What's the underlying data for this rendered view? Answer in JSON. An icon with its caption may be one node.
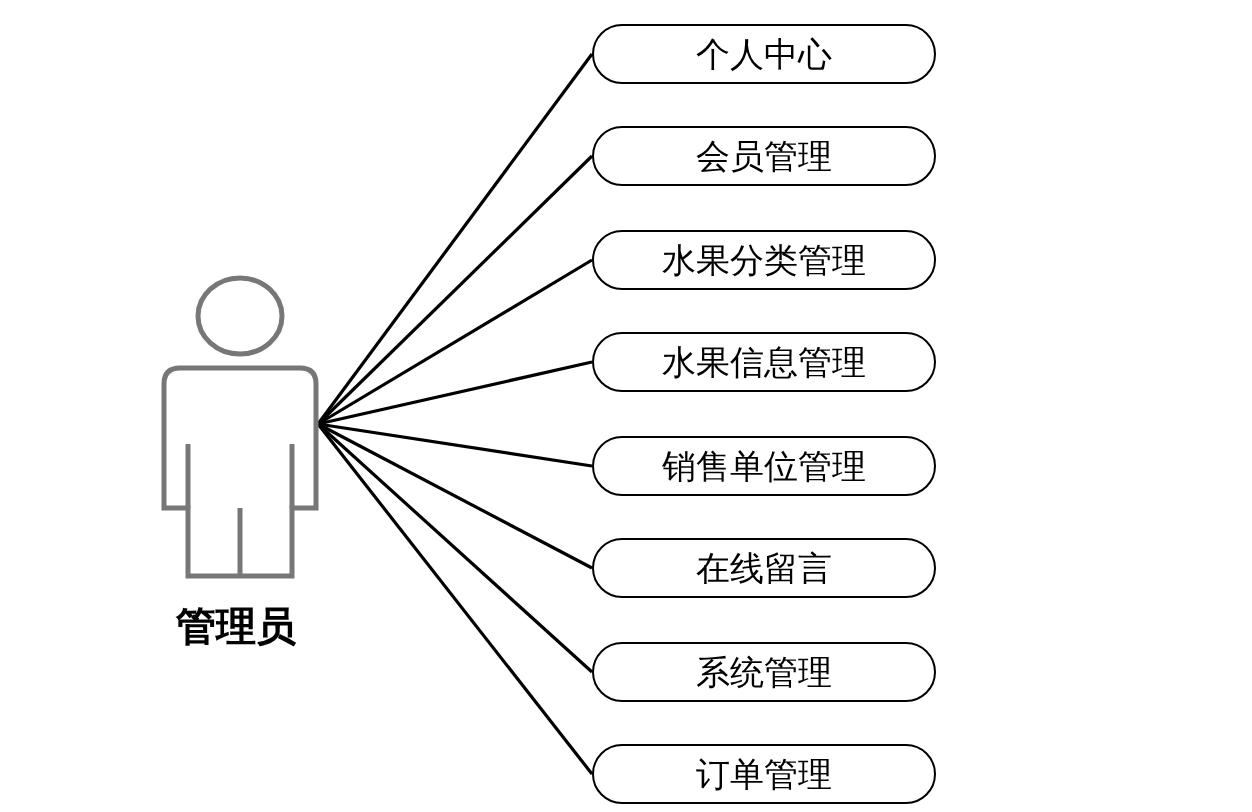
{
  "diagram": {
    "nodes": [
      {
        "text": [
          "管理员"
        ]
      },
      {
        "text": [
          "个人中心"
        ]
      },
      {
        "text": [
          "会员管理"
        ]
      },
      {
        "text": [
          "水果分类管理"
        ]
      },
      {
        "text": [
          "水果信息管理"
        ]
      },
      {
        "text": [
          "销售单位管理"
        ]
      },
      {
        "text": [
          "在线留言"
        ]
      },
      {
        "text": [
          "系统管理"
        ]
      },
      {
        "text": [
          "订单管理"
        ]
      }
    ],
    "edges": [
      {
        "from": 0,
        "to": 1,
        "arrow": "none"
      },
      {
        "from": 0,
        "to": 2,
        "arrow": "none"
      },
      {
        "from": 0,
        "to": 3,
        "arrow": "none"
      },
      {
        "from": 0,
        "to": 4,
        "arrow": "none"
      },
      {
        "from": 0,
        "to": 5,
        "arrow": "none"
      },
      {
        "from": 0,
        "to": 6,
        "arrow": "none"
      },
      {
        "from": 0,
        "to": 7,
        "arrow": "none"
      },
      {
        "from": 0,
        "to": 8,
        "arrow": "none"
      }
    ]
  }
}
